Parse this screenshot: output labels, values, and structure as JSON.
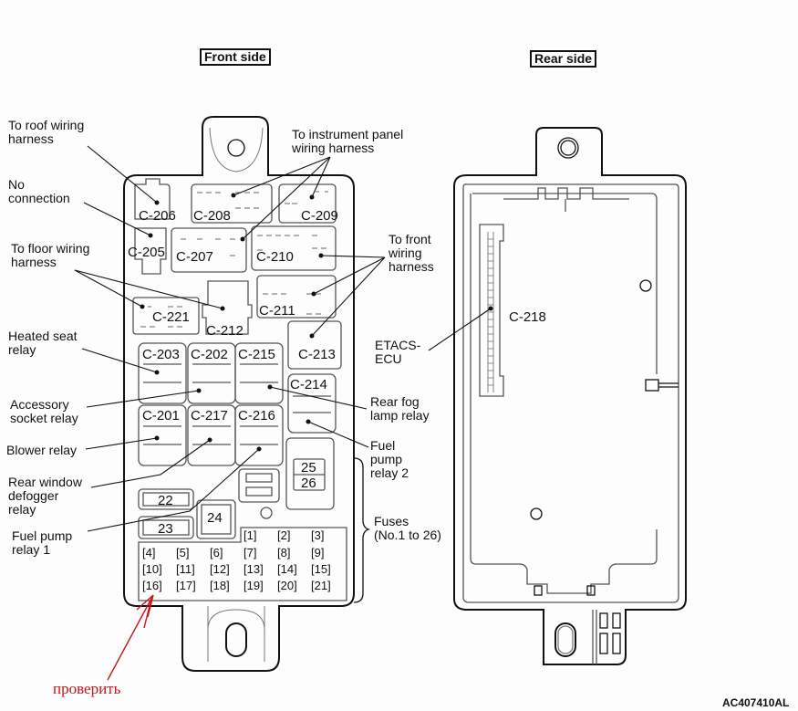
{
  "titles": {
    "front": "Front side",
    "rear": "Rear side"
  },
  "figure_code": "AC407410AL",
  "annotation": {
    "text": "проверить",
    "color": "#c8141c"
  },
  "callouts": {
    "roof": "To roof wiring\nharness",
    "no_connection": "No\nconnection",
    "floor": "To floor wiring\nharness",
    "instrument": "To instrument panel\nwiring harness",
    "front": "To front\nwiring\nharness",
    "heated_seat": "Heated seat\nrelay",
    "accessory": "Accessory\nsocket relay",
    "blower": "Blower relay",
    "rear_window": "Rear window\ndefogger\nrelay",
    "fuel_pump_1": "Fuel pump\nrelay 1",
    "etacs": "ETACS-\nECU",
    "rear_fog": "Rear fog\nlamp relay",
    "fuel_pump_2": "Fuel\npump\nrelay 2",
    "fuses": "Fuses\n(No.1 to 26)"
  },
  "connectors": {
    "c206": "C-206",
    "c208": "C-208",
    "c209": "C-209",
    "c205": "C-205",
    "c207": "C-207",
    "c210": "C-210",
    "c221": "C-221",
    "c212": "C-212",
    "c211": "C-211",
    "c213": "C-213",
    "c203": "C-203",
    "c202": "C-202",
    "c215": "C-215",
    "c214": "C-214",
    "c201": "C-201",
    "c217": "C-217",
    "c216": "C-216",
    "c218": "C-218"
  },
  "big_fuses": {
    "f22": "22",
    "f23": "23",
    "f24": "24",
    "f25": "25",
    "f26": "26"
  },
  "fuses": [
    "1",
    "2",
    "3",
    "4",
    "5",
    "6",
    "7",
    "8",
    "9",
    "10",
    "11",
    "12",
    "13",
    "14",
    "15",
    "16",
    "17",
    "18",
    "19",
    "20",
    "21"
  ]
}
